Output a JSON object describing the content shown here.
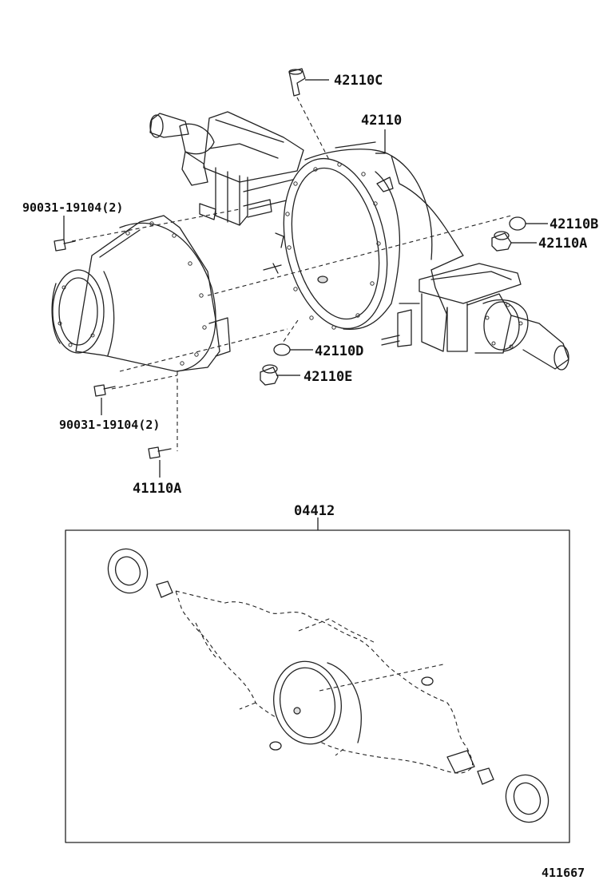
{
  "labels": {
    "p42110c": "42110C",
    "p42110": "42110",
    "p42110b": "42110B",
    "p42110a": "42110A",
    "p42110d": "42110D",
    "p42110e": "42110E",
    "bolt_upper": "90031-19104(2)",
    "bolt_lower": "90031-19104(2)",
    "p41110a": "41110A",
    "kit": "04412",
    "figure_no": "411667"
  }
}
